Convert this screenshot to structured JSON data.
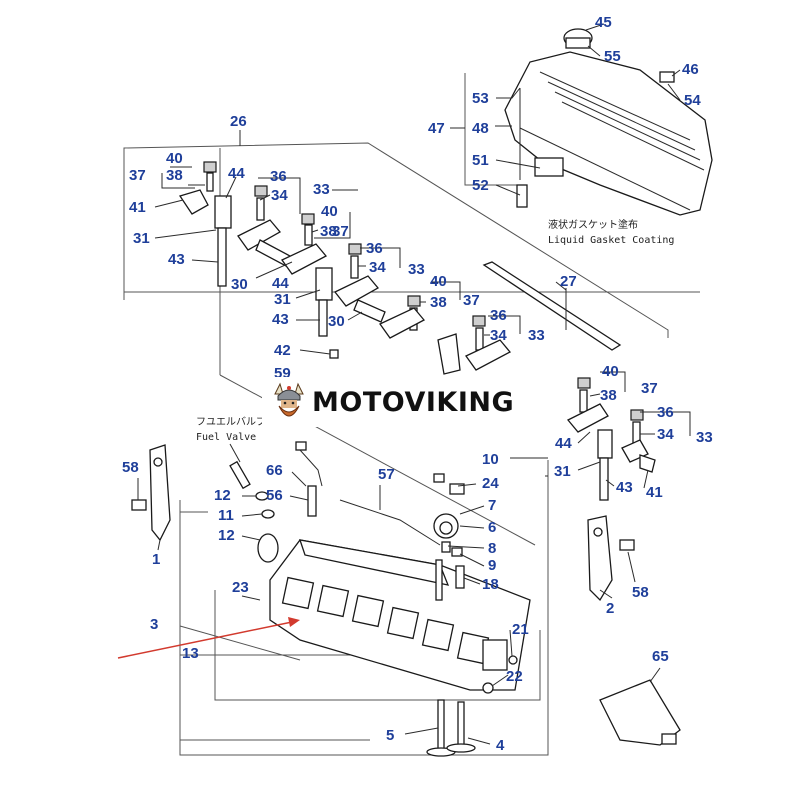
{
  "watermark": {
    "text": "MOTOVIKING",
    "logo": "viking-head-icon"
  },
  "notes": {
    "liquid_gasket_jp": "液状ガスケット塗布",
    "liquid_gasket_en": "Liquid Gasket Coating",
    "fuel_valve_jp": "フユエルバルブ",
    "fuel_valve_en": "Fuel Valve"
  },
  "callouts": {
    "c1": "1",
    "c2": "2",
    "c3": "3",
    "c4": "4",
    "c5": "5",
    "c6": "6",
    "c7": "7",
    "c8": "8",
    "c9": "9",
    "c10": "10",
    "c11": "11",
    "c12a": "12",
    "c12b": "12",
    "c13": "13",
    "c18": "18",
    "c21": "21",
    "c22": "22",
    "c23": "23",
    "c24": "24",
    "c26": "26",
    "c27": "27",
    "c30a": "30",
    "c30b": "30",
    "c31a": "31",
    "c31b": "31",
    "c31c": "31",
    "c33a": "33",
    "c33b": "33",
    "c33c": "33",
    "c33d": "33",
    "c34a": "34",
    "c34b": "34",
    "c34c": "34",
    "c34d": "34",
    "c36a": "36",
    "c36b": "36",
    "c36c": "36",
    "c36d": "36",
    "c37a": "37",
    "c37b": "37",
    "c37c": "37",
    "c37d": "37",
    "c38a": "38",
    "c38b": "38",
    "c38c": "38",
    "c38d": "38",
    "c40a": "40",
    "c40b": "40",
    "c40c": "40",
    "c40d": "40",
    "c41a": "41",
    "c41b": "41",
    "c42": "42",
    "c43a": "43",
    "c43b": "43",
    "c43c": "43",
    "c44a": "44",
    "c44b": "44",
    "c44c": "44",
    "c45": "45",
    "c46": "46",
    "c47": "47",
    "c48": "48",
    "c51": "51",
    "c52": "52",
    "c53": "53",
    "c54": "54",
    "c55": "55",
    "c56": "56",
    "c57": "57",
    "c58a": "58",
    "c58b": "58",
    "c59": "59",
    "c65": "65",
    "c66": "66"
  },
  "colors": {
    "callout": "#1f3f9a",
    "arrow": "#d23a2e",
    "line": "#2b2b2b"
  }
}
